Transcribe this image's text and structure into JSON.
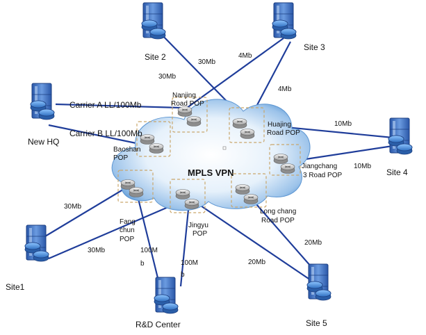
{
  "cloud": {
    "label": "MPLS VPN"
  },
  "sites": {
    "site2": "Site 2",
    "site3": "Site 3",
    "new_hq": "New HQ",
    "site4": "Site 4",
    "site1": "Site1",
    "rnd": "R&D Center",
    "site5": "Site 5"
  },
  "pops": {
    "nanjing": [
      "Nanjing",
      "Road POP"
    ],
    "huajing": [
      "Huajing",
      "Road POP"
    ],
    "baoshan": [
      "Baoshan",
      "POP"
    ],
    "jiangchang": [
      "Jiangchang",
      "3 Road POP"
    ],
    "fangchun": [
      "Fang",
      "chun",
      "POP"
    ],
    "jingyu": [
      "Jingyu",
      "POP"
    ],
    "longchang": [
      "Long chang",
      "Road POP"
    ]
  },
  "links": {
    "carrier_a": "Carrier A  LL/100Mb",
    "carrier_b": "Carrier B  LL/100Mb",
    "site2_nanjing": "30Mb",
    "site2_huajing": "30Mb",
    "site3_nanjing": "4Mb",
    "site3_huajing": "4Mb",
    "site4_huajing": "10Mb",
    "site4_jiangchang": "10Mb",
    "site1_fangchun": "30Mb",
    "site1_jingyu": "30Mb",
    "rnd_fangchun": [
      "100M",
      "b"
    ],
    "rnd_jingyu": [
      "100M",
      "b"
    ],
    "site5_longchang": "20Mb",
    "site5_jingyu": "20Mb"
  },
  "colors": {
    "link": "#1f3d9a",
    "cloud_inner": "#ffffff",
    "cloud_outer": "#4f8fd0",
    "pop_border": "#c9a66b",
    "router": "#dcdcdc",
    "server": "#3d6fc7"
  }
}
